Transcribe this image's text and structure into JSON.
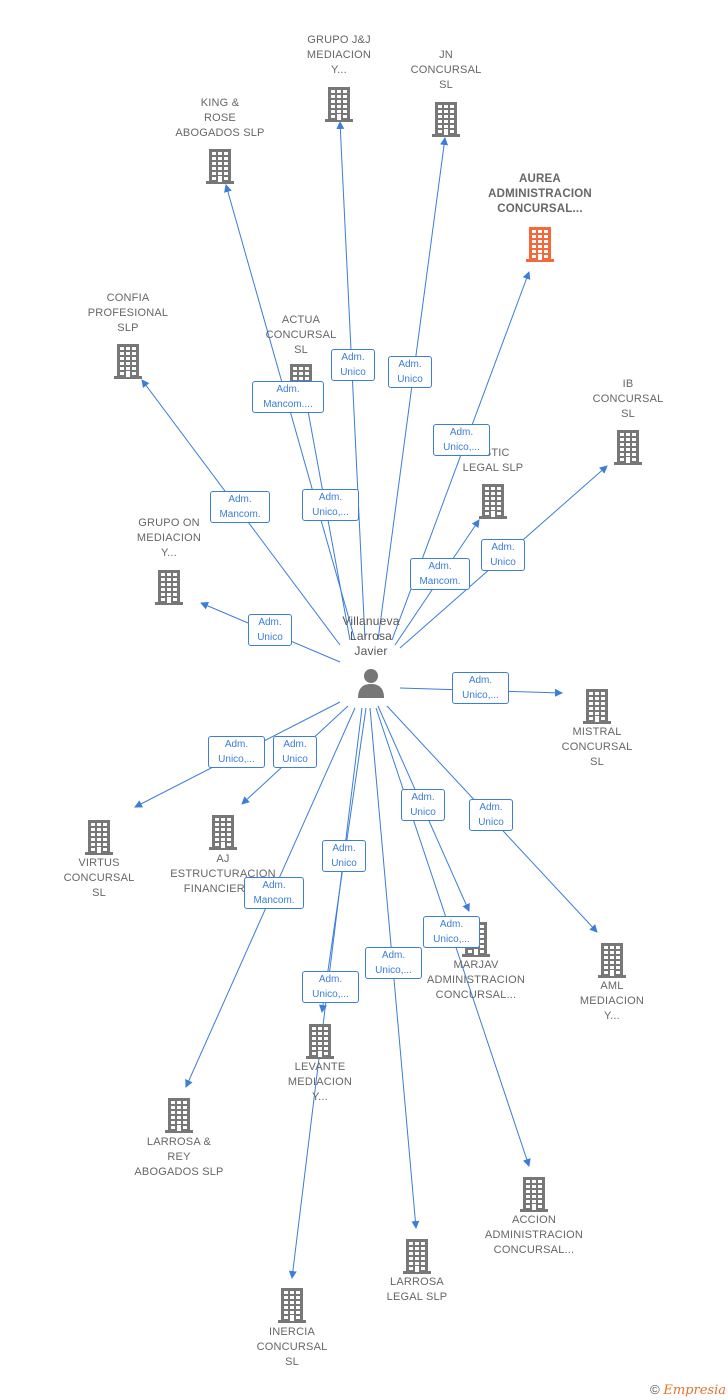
{
  "colors": {
    "edge": "#3b7dd8",
    "building": "#777777",
    "building_highlight": "#f4683a",
    "person": "#777777",
    "label": "#666666"
  },
  "center": {
    "label": "Villanueva\nLarrosa\nJavier",
    "icon": "person-icon"
  },
  "companies": [
    {
      "id": "grupo-jj",
      "label": "GRUPO J&J\nMEDIACION\nY...",
      "icon": "building-icon"
    },
    {
      "id": "jn",
      "label": "JN\nCONCURSAL\nSL",
      "icon": "building-icon"
    },
    {
      "id": "king-rose",
      "label": "KING &\nROSE\nABOGADOS  SLP",
      "icon": "building-icon"
    },
    {
      "id": "aurea",
      "label": "AUREA\nADMINISTRACION\nCONCURSAL...",
      "icon": "building-icon",
      "highlight": true
    },
    {
      "id": "confia",
      "label": "CONFIA\nPROFESIONAL\nSLP",
      "icon": "building-icon"
    },
    {
      "id": "actua",
      "label": "ACTUA\nCONCURSAL\nSL",
      "icon": "building-icon"
    },
    {
      "id": "ib",
      "label": "IB\nCONCURSAL\nSL",
      "icon": "building-icon"
    },
    {
      "id": "estic",
      "label": "ESTIC\nLEGAL  SLP",
      "icon": "building-icon"
    },
    {
      "id": "grupo-on",
      "label": "GRUPO ON\nMEDIACION\nY...",
      "icon": "building-icon"
    },
    {
      "id": "mistral",
      "label": "MISTRAL\nCONCURSAL\nSL",
      "icon": "building-icon"
    },
    {
      "id": "virtus",
      "label": "VIRTUS\nCONCURSAL\nSL",
      "icon": "building-icon"
    },
    {
      "id": "aj",
      "label": "AJ\nESTRUCTURACION\nFINANCIERA...",
      "icon": "building-icon"
    },
    {
      "id": "marjav",
      "label": "MARJAV\nADMINISTRACION\nCONCURSAL...",
      "icon": "building-icon"
    },
    {
      "id": "aml",
      "label": "AML\nMEDIACION\nY...",
      "icon": "building-icon"
    },
    {
      "id": "levante",
      "label": "LEVANTE\nMEDIACION\nY...",
      "icon": "building-icon"
    },
    {
      "id": "larrosa-rey",
      "label": "LARROSA &\nREY\nABOGADOS  SLP",
      "icon": "building-icon"
    },
    {
      "id": "accion",
      "label": "ACCION\nADMINISTRACION\nCONCURSAL...",
      "icon": "building-icon"
    },
    {
      "id": "larrosa-legal",
      "label": "LARROSA\nLEGAL  SLP",
      "icon": "building-icon"
    },
    {
      "id": "inercia",
      "label": "INERCIA\nCONCURSAL\nSL",
      "icon": "building-icon"
    }
  ],
  "edges": [
    {
      "to": "grupo-jj",
      "label": "Adm.\nUnico"
    },
    {
      "to": "jn",
      "label": "Adm.\nUnico"
    },
    {
      "to": "king-rose",
      "label": "Adm.\nMancom...."
    },
    {
      "to": "aurea",
      "label": "Adm.\nUnico,..."
    },
    {
      "to": "confia",
      "label": "Adm.\nMancom."
    },
    {
      "to": "actua",
      "label": "Adm.\nUnico,..."
    },
    {
      "to": "ib",
      "label": "Adm.\nUnico"
    },
    {
      "to": "estic",
      "label": "Adm.\nMancom."
    },
    {
      "to": "grupo-on",
      "label": "Adm.\nUnico"
    },
    {
      "to": "mistral",
      "label": "Adm.\nUnico,..."
    },
    {
      "to": "virtus",
      "label": "Adm.\nUnico,..."
    },
    {
      "to": "aj",
      "label": "Adm.\nUnico"
    },
    {
      "to": "marjav",
      "label": "Adm.\nUnico"
    },
    {
      "to": "aml",
      "label": "Adm.\nUnico"
    },
    {
      "to": "levante",
      "label": "Adm.\nUnico"
    },
    {
      "to": "larrosa-rey",
      "label": "Adm.\nMancom."
    },
    {
      "to": "accion",
      "label": "Adm.\nUnico,..."
    },
    {
      "to": "larrosa-legal",
      "label": "Adm.\nUnico,..."
    },
    {
      "to": "inercia",
      "label": "Adm.\nUnico,..."
    }
  ],
  "footer": {
    "copyright": "©",
    "brand": "Empresia"
  }
}
